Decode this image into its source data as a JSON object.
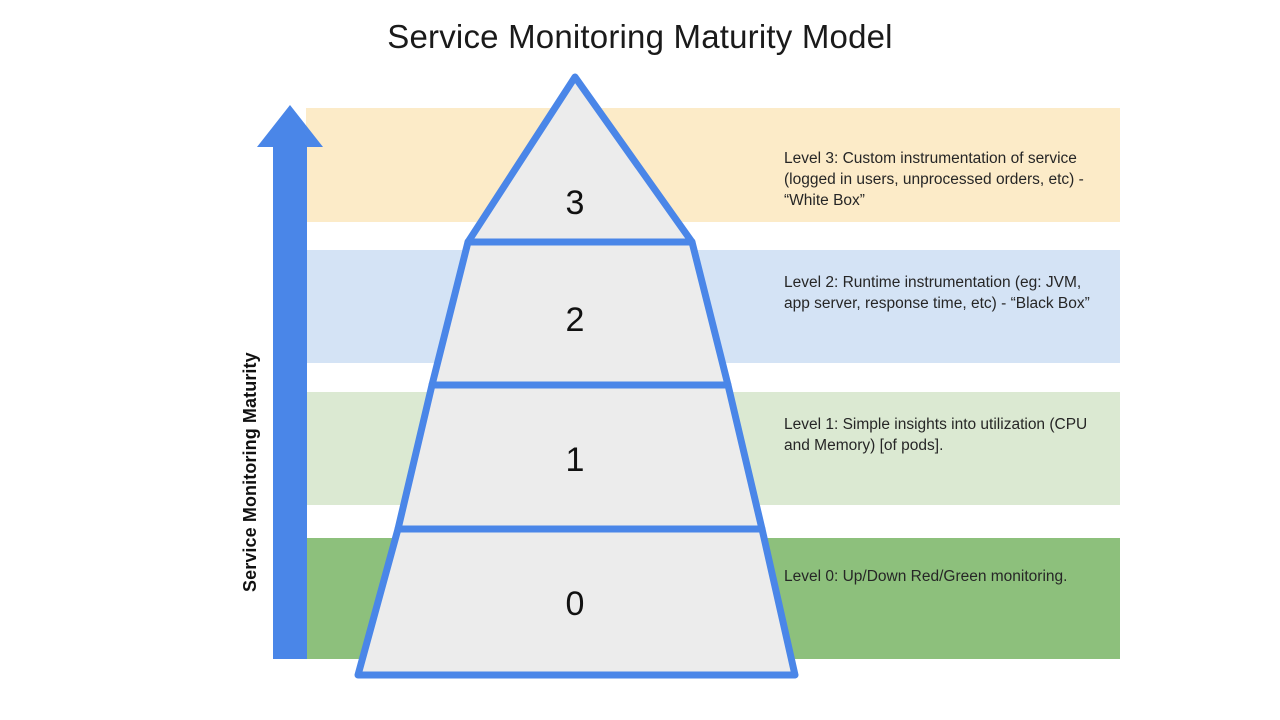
{
  "slide": {
    "title": "Service Monitoring Maturity Model",
    "axis_label": "Service Monitoring Maturity",
    "background_color": "#ffffff"
  },
  "colors": {
    "band_level3": "#FCEBC8",
    "band_level2": "#D4E3F5",
    "band_level1": "#DBE9D2",
    "band_level0": "#8DC07C",
    "arrow": "#4A86E8",
    "pyramid_stroke": "#4A86E8",
    "pyramid_fill": "#ECECEC",
    "title_text": "#1a1a1a",
    "body_text": "#262626"
  },
  "chart_data": {
    "type": "pyramid",
    "title": "Service Monitoring Maturity Model",
    "ylabel": "Service Monitoring Maturity",
    "direction": "bottom-to-top increasing maturity",
    "levels": [
      {
        "number": "3",
        "label": "Level 3",
        "description": "Level 3: Custom instrumentation of service (logged in users, unprocessed orders, etc) - “White Box”",
        "band_color": "#FCEBC8"
      },
      {
        "number": "2",
        "label": "Level 2",
        "description": "Level 2: Runtime instrumentation (eg: JVM, app server, response time, etc) - “Black Box”",
        "band_color": "#D4E3F5"
      },
      {
        "number": "1",
        "label": "Level 1",
        "description": "Level 1: Simple insights into utilization (CPU and Memory) [of pods].",
        "band_color": "#DBE9D2"
      },
      {
        "number": "0",
        "label": "Level 0",
        "description": "Level 0: Up/Down Red/Green monitoring.",
        "band_color": "#8DC07C"
      }
    ]
  },
  "icons": {
    "arrow": "up-arrow-icon"
  }
}
